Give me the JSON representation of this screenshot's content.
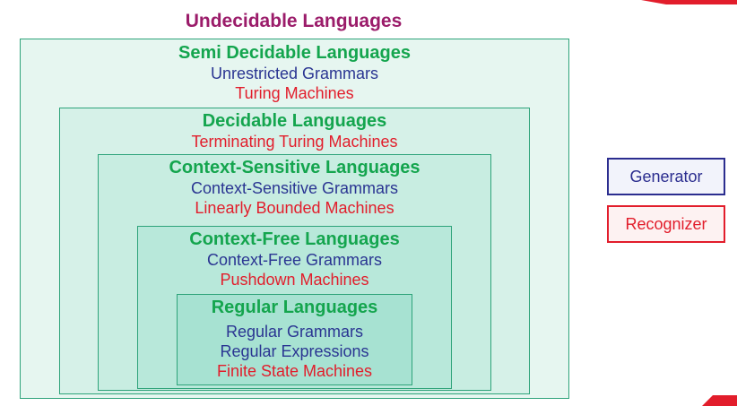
{
  "diagram": {
    "title": "Undecidable Languages",
    "semi_decidable": {
      "heading": "Semi Decidable Languages",
      "generator": "Unrestricted Grammars",
      "recognizer": "Turing Machines"
    },
    "decidable": {
      "heading": "Decidable Languages",
      "recognizer": "Terminating Turing Machines"
    },
    "context_sensitive": {
      "heading": "Context-Sensitive Languages",
      "generator": "Context-Sensitive Grammars",
      "recognizer": "Linearly Bounded Machines"
    },
    "context_free": {
      "heading": "Context-Free Languages",
      "generator": "Context-Free Grammars",
      "recognizer": "Pushdown Machines"
    },
    "regular": {
      "heading": "Regular Languages",
      "generator_1": "Regular Grammars",
      "generator_2": "Regular Expressions",
      "recognizer": "Finite State Machines"
    }
  },
  "legend": {
    "generator": "Generator",
    "recognizer": "Recognizer"
  },
  "colors": {
    "heading": "#14a54e",
    "generator": "#2a3592",
    "recognizer": "#e21d2b",
    "title": "#9b1c6a",
    "border": "#2ea37a"
  }
}
